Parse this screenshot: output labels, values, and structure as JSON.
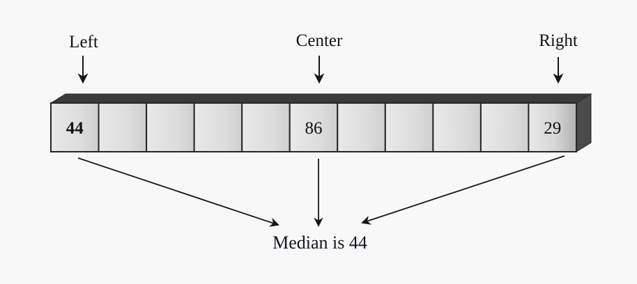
{
  "pointers": [
    {
      "label": "Left",
      "points_to_index": 0
    },
    {
      "label": "Center",
      "points_to_index": 5
    },
    {
      "label": "Right",
      "points_to_index": 10
    }
  ],
  "array": {
    "cell_count": 11,
    "cells": [
      "44",
      "",
      "",
      "",
      "",
      "86",
      "",
      "",
      "",
      "",
      "29"
    ],
    "emphasis_index": 0
  },
  "caption": "Median is 44",
  "colors": {
    "background": "#f9f8f8",
    "cell_fill_light": "#e7e7e7",
    "cell_fill_dark": "#cfcfcf",
    "cell_border": "#262626",
    "top_face": "#3b3b3b",
    "right_face": "#4a4a4a",
    "arrow": "#161616",
    "text": "#141414"
  }
}
